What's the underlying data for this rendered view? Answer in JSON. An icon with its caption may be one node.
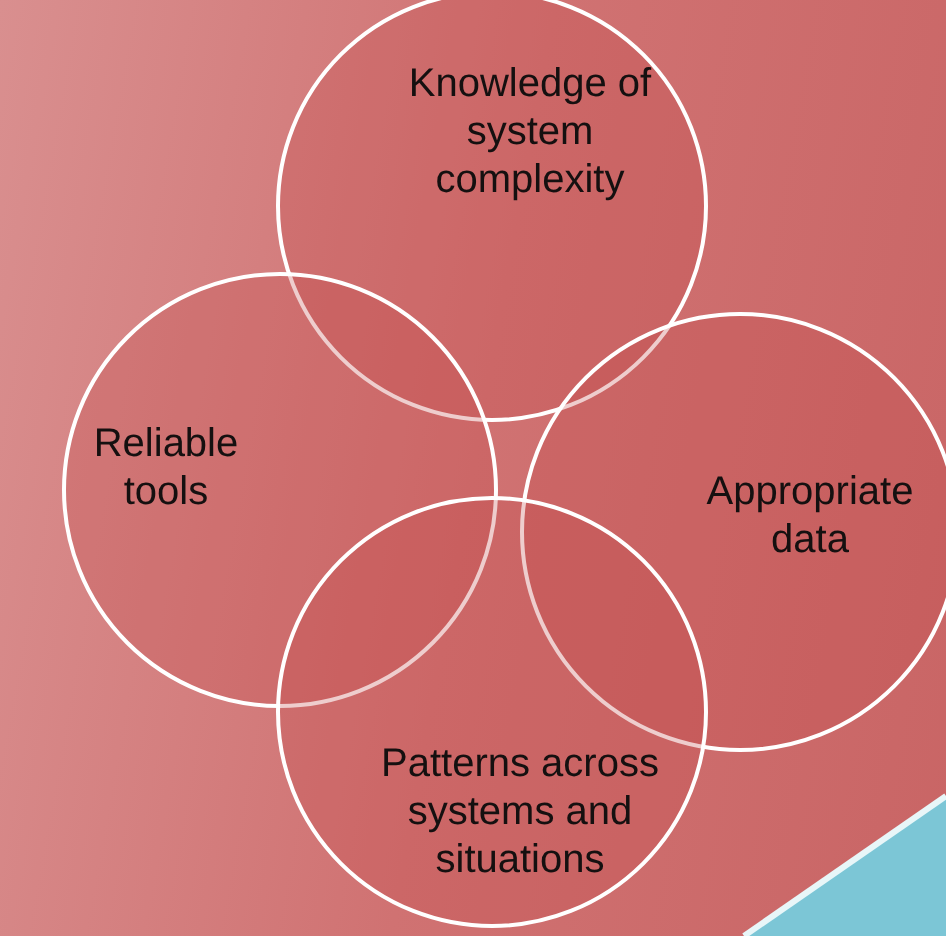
{
  "diagram": {
    "nodes": [
      {
        "text": [
          "Knowledge of system complexity"
        ]
      },
      {
        "text": [
          "Reliable tools"
        ]
      },
      {
        "text": [
          "Appropriate data"
        ]
      },
      {
        "text": [
          "Patterns across systems and situations"
        ]
      }
    ]
  }
}
